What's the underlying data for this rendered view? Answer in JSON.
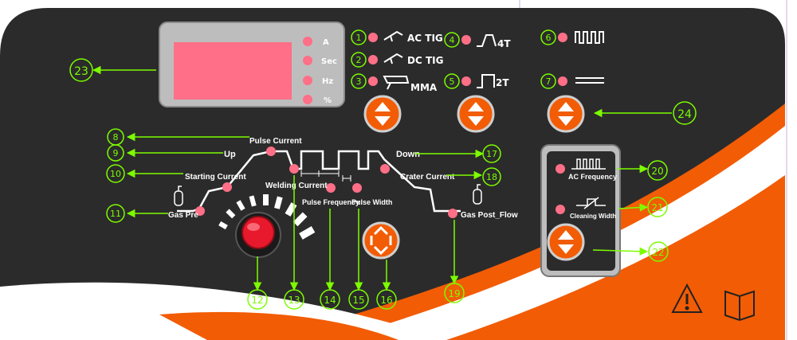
{
  "colors": {
    "panel": "#2b2b2b",
    "orange": "#f25c05",
    "led": "#ff6f87",
    "display_screen": "#ff6f87",
    "display_frame": "#bdbdbd",
    "callout": "#7CFC00",
    "knob": "#e8192c"
  },
  "display": {
    "units": [
      "A",
      "Sec",
      "Hz",
      "%"
    ]
  },
  "modes": {
    "ac_tig": "AC TIG",
    "dc_tig": "DC TIG",
    "mma": "MMA",
    "four_t": "4T",
    "two_t": "2T"
  },
  "cycle_labels": {
    "pulse_current": "Pulse Current",
    "up": "Up",
    "down": "Down",
    "starting_current": "Starting Current",
    "welding_current": "Welding Current",
    "crater_current": "Crater Current",
    "pulse_frequency": "Pulse Frequency",
    "pulse_width": "Pulse Width",
    "gas_pre": "Gas Pre",
    "gas_post_flow": "Gas Post_Flow"
  },
  "ac_panel": {
    "ac_frequency": "AC Frequency",
    "cleaning_width": "Cleaning Width"
  },
  "callouts": [
    "1",
    "2",
    "3",
    "4",
    "5",
    "6",
    "7",
    "8",
    "9",
    "10",
    "11",
    "12",
    "13",
    "14",
    "15",
    "16",
    "17",
    "18",
    "19",
    "20",
    "21",
    "22",
    "23",
    "24"
  ],
  "icons": {
    "warning": "warning-triangle-icon",
    "manual": "open-book-icon"
  }
}
